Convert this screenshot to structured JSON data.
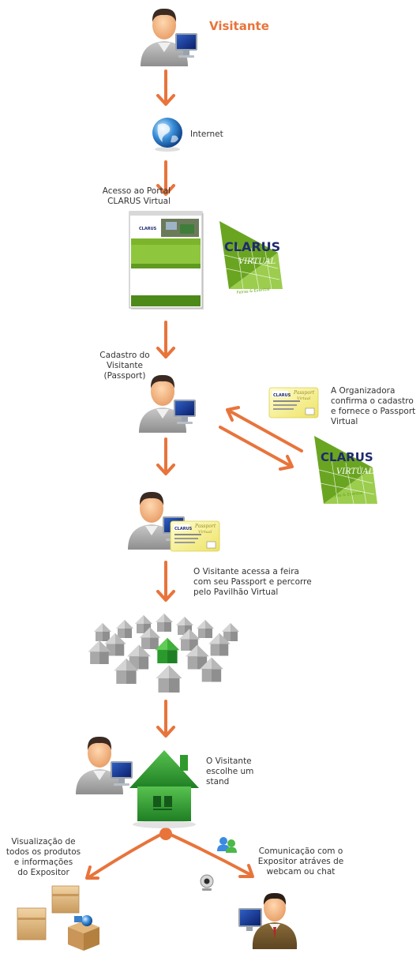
{
  "title": "Visitante",
  "labels": {
    "internet": "Internet",
    "portal": "Acesso ao Portal\nCLARUS Virtual",
    "cadastro": "Cadastro do\nVisitante\n(Passport)",
    "organizadora": "A Organizadora\nconfirma o cadastro\ne fornece o Passport\nVirtual",
    "acessa": "O Visitante acessa a feira\ncom seu Passport e percorre\npelo Pavilhão Virtual",
    "escolhe": "O Visitante\nescolhe um\nstand",
    "visualizacao": "Visualização de\ntodos os produtos\ne informações\ndo Expositor",
    "comunicacao": "Comunicação com o\nExpositor atráves de\nwebcam ou chat"
  },
  "logo": {
    "line1": "CLARUS",
    "line2": "VIRTUAL",
    "tagline": "Feiras & Eventos"
  },
  "card": {
    "brand": "CLARUS",
    "title": "Passport",
    "sub": "Virtual"
  },
  "site": {
    "brand": "CLARUS"
  },
  "colors": {
    "accent": "#e8743b",
    "logo_blue": "#1f2a6e",
    "logo_green": "#6aa521",
    "house_green": "#37a33a",
    "card_yellow": "#f4ef7a"
  }
}
